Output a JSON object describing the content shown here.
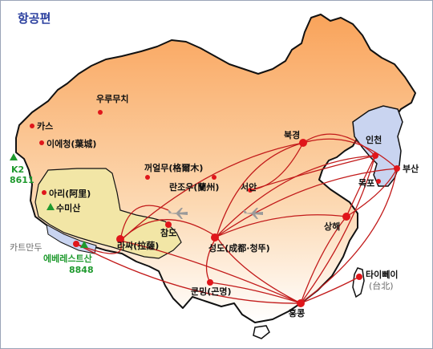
{
  "map": {
    "title": "항공편",
    "cities": [
      {
        "id": "urumqi",
        "name": "우루무치"
      },
      {
        "id": "kashgar",
        "name": "카스"
      },
      {
        "id": "yecheng",
        "name": "이에청(葉城)"
      },
      {
        "id": "k2",
        "name": "K2"
      },
      {
        "id": "k2_height",
        "name": "8611"
      },
      {
        "id": "ali",
        "name": "아리(阿里)"
      },
      {
        "id": "sumishan",
        "name": "수미산"
      },
      {
        "id": "kathmandu",
        "name": "카트만두"
      },
      {
        "id": "everest",
        "name": "에베레스트산"
      },
      {
        "id": "everest_height",
        "name": "8848"
      },
      {
        "id": "lhasa",
        "name": "라싸(拉薩)"
      },
      {
        "id": "chamdo",
        "name": "참도"
      },
      {
        "id": "golmud",
        "name": "꺼얼무(格爾木)"
      },
      {
        "id": "lanzhou",
        "name": "란조우(蘭州)"
      },
      {
        "id": "xian",
        "name": "서안"
      },
      {
        "id": "chengdu",
        "name": "성도(成都·청뚜)"
      },
      {
        "id": "kunming",
        "name": "쿤밍(곤명)"
      },
      {
        "id": "beijing",
        "name": "북경"
      },
      {
        "id": "shanghai",
        "name": "상해"
      },
      {
        "id": "hongkong",
        "name": "홍콩"
      },
      {
        "id": "incheon",
        "name": "인천"
      },
      {
        "id": "mokpo",
        "name": "목포"
      },
      {
        "id": "busan",
        "name": "부산"
      },
      {
        "id": "taipei",
        "name": "타이뻬이"
      },
      {
        "id": "taipei_han",
        "name": "(台北)"
      }
    ]
  },
  "colors": {
    "land_top": "#f9a35a",
    "land_bottom": "#ffffff",
    "tibet": "#f2e6a6",
    "korea": "#c9d4f0",
    "route": "#c21a1a",
    "dot": "#e0161b",
    "title": "#2a3f9e",
    "mountain": "#1f9a2e"
  },
  "icons": [
    "airplane-icon",
    "mountain-icon",
    "city-dot-icon"
  ]
}
